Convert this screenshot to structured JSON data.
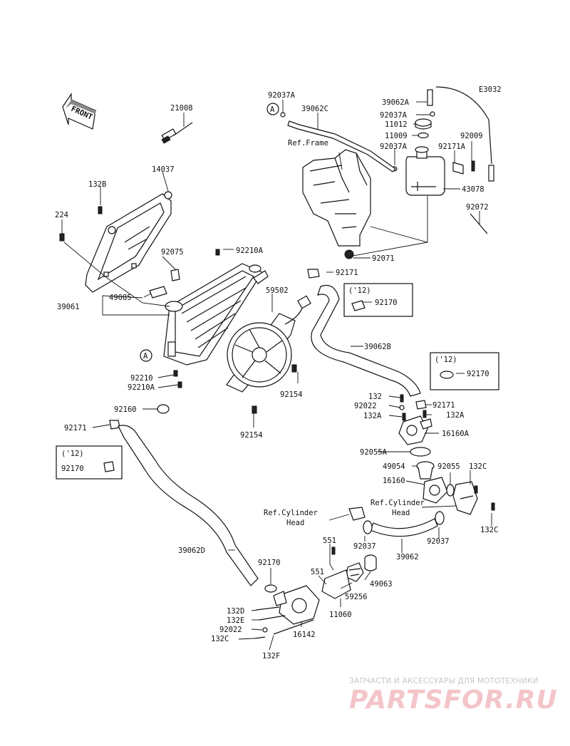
{
  "diagram_code": "E3032",
  "front_label": "FRONT",
  "watermark": {
    "line1": "ЗАПЧАСТИ И АКСЕССУАРЫ ДЛЯ МОТОТЕХНИКИ",
    "logo": "PARTSFOR.RU"
  },
  "refs": {
    "frame": "Ref.Frame",
    "cyl_head_left_1": "Ref.Cylinder",
    "cyl_head_left_2": "Head",
    "cyl_head_right_1": "Ref.Cylinder",
    "cyl_head_right_2": "Head"
  },
  "markers": {
    "a_top": "A",
    "a_mid": "A"
  },
  "callouts": {
    "p92037A_1": "92037A",
    "p39062C": "39062C",
    "p39062A": "39062A",
    "p92037A_2": "92037A",
    "p11012": "11012",
    "p11009": "11009",
    "p92009": "92009",
    "p92037A_3": "92037A",
    "p92171A": "92171A",
    "p43078": "43078",
    "p92072": "92072",
    "p92071": "92071",
    "p21008": "21008",
    "p14037": "14037",
    "p132B": "132B",
    "p224": "224",
    "p92075": "92075",
    "p92210A_1": "92210A",
    "p92171_1": "92171",
    "p49085": "49085",
    "p39061": "39061",
    "p59502": "59502",
    "p12_1": "('12)",
    "p92170_1": "92170",
    "p39062B": "39062B",
    "p12_2": "('12)",
    "p92170_2": "92170",
    "p92210": "92210",
    "p92210A_2": "92210A",
    "p92154_1": "92154",
    "p92160": "92160",
    "p92154_2": "92154",
    "p92171_2": "92171",
    "p132_1": "132",
    "p92022_1": "92022",
    "p92171_3": "92171",
    "p132A_1": "132A",
    "p132A_2": "132A",
    "p16160A": "16160A",
    "p92055A": "92055A",
    "p12_3": "('12)",
    "p92170_3": "92170",
    "p49054": "49054",
    "p92055": "92055",
    "p132C_1": "132C",
    "p16160": "16160",
    "p132C_2": "132C",
    "p92037_1": "92037",
    "p92037_2": "92037",
    "p39062": "39062",
    "p39062D": "39062D",
    "p551_1": "551",
    "p92170_4": "92170",
    "p551_2": "551",
    "p49063": "49063",
    "p59256": "59256",
    "p11060": "11060",
    "p132D": "132D",
    "p132E": "132E",
    "p92022_2": "92022",
    "p16142": "16142",
    "p132C_3": "132C",
    "p132F": "132F"
  }
}
